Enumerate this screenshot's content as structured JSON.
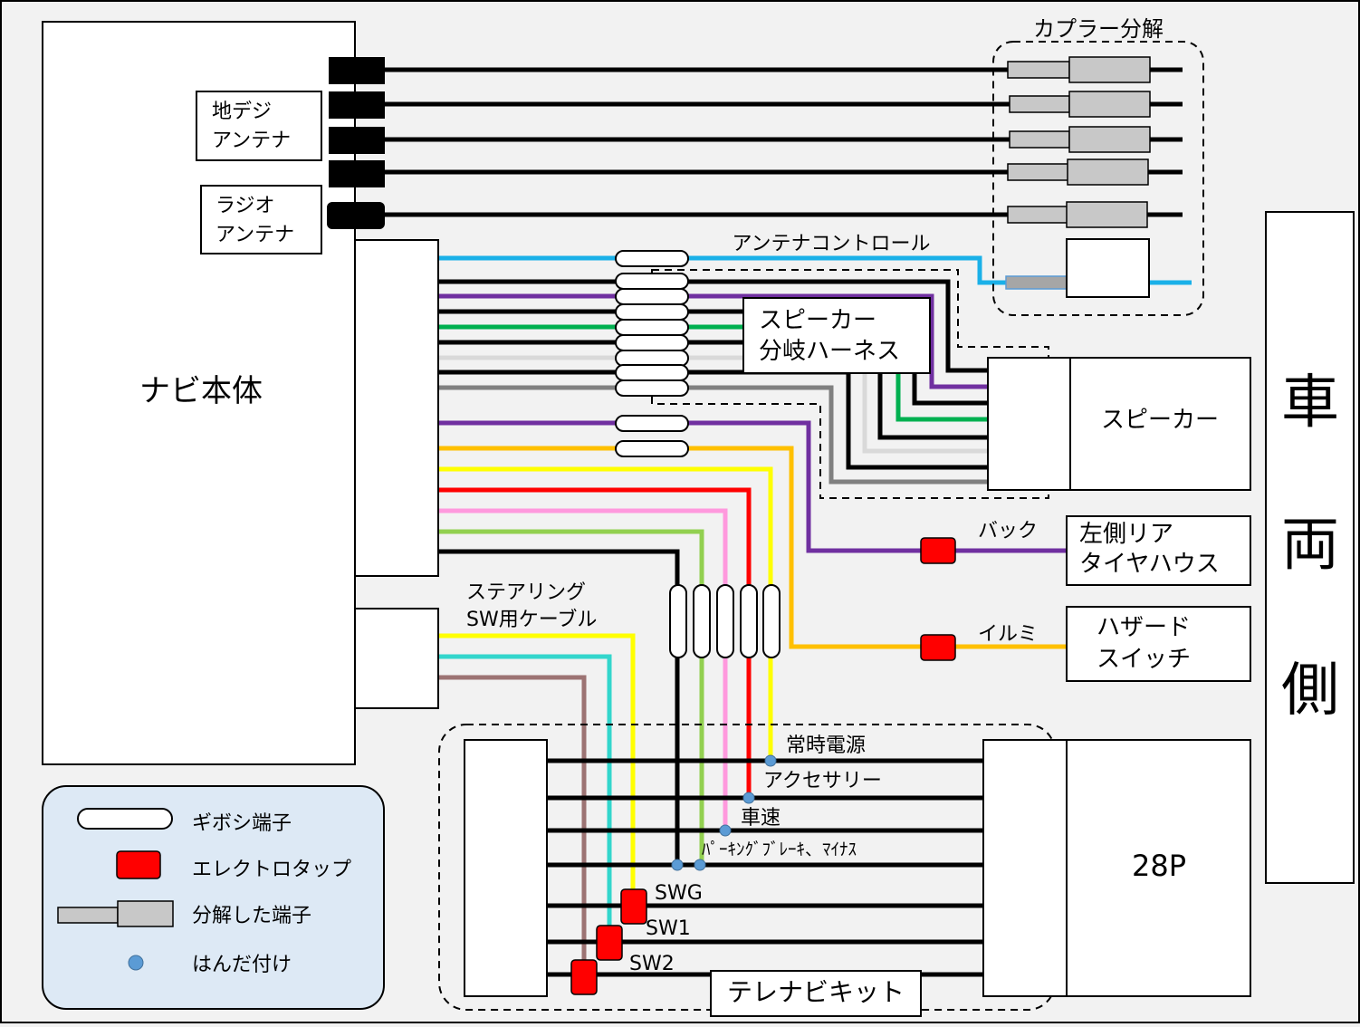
{
  "labels": {
    "navi_body": "ナビ本体",
    "chideji_line1": "地デジ",
    "chideji_line2": "アンテナ",
    "radio_line1": "ラジオ",
    "radio_line2": "アンテナ",
    "coupler": "カプラー分解",
    "antenna_control": "アンテナコントロール",
    "speaker_harness_line1": "スピーカー",
    "speaker_harness_line2": "分岐ハーネス",
    "speaker": "スピーカー",
    "back": "バック",
    "left_rear_line1": "左側リア",
    "left_rear_line2": "タイヤハウス",
    "illumi": "イルミ",
    "hazard_line1": "ハザード",
    "hazard_line2": "スイッチ",
    "steering_line1": "ステアリング",
    "steering_line2": "SW用ケーブル",
    "constant_power": "常時電源",
    "accessory": "アクセサリー",
    "vehicle_speed": "車速",
    "parking_brake": "ﾊﾟｰｷﾝｸﾞﾌﾞﾚｰｷ、ﾏｲﾅｽ",
    "swg": "SWG",
    "sw1": "SW1",
    "sw2": "SW2",
    "telenavi_kit": "テレナビキット",
    "p28": "28P",
    "vehicle_side_1": "車",
    "vehicle_side_2": "両",
    "vehicle_side_3": "側"
  },
  "legend": {
    "gibo": "ギボシ端子",
    "electro_tap": "エレクトロタップ",
    "disassembled": "分解した端子",
    "solder": "はんだ付け"
  },
  "colors": {
    "wire_blue": "#1ab0e8",
    "wire_purple": "#7030a0",
    "wire_green": "#00b050",
    "wire_lightgray": "#d9d9d9",
    "wire_gray": "#808080",
    "wire_orange": "#ffc000",
    "wire_yellow": "#ffff00",
    "wire_red": "#ff0000",
    "wire_pink": "#ff99dd",
    "wire_lightgreen": "#92d050",
    "wire_cyan": "#33d6cc",
    "wire_brown": "#9c7373",
    "tap": "#ff0000",
    "solder_dot": "#5b9bd5",
    "legend_bg": "#dde9f5"
  }
}
